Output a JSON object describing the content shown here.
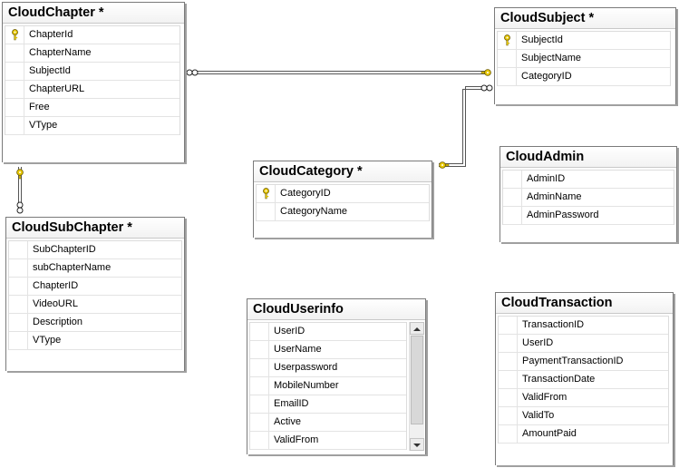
{
  "tables": [
    {
      "id": "CloudChapter",
      "title": "CloudChapter *",
      "columns": [
        {
          "name": "ChapterId",
          "pk": true
        },
        {
          "name": "ChapterName",
          "pk": false
        },
        {
          "name": "SubjectId",
          "pk": false
        },
        {
          "name": "ChapterURL",
          "pk": false
        },
        {
          "name": "Free",
          "pk": false
        },
        {
          "name": "VType",
          "pk": false
        }
      ]
    },
    {
      "id": "CloudSubject",
      "title": "CloudSubject *",
      "columns": [
        {
          "name": "SubjectId",
          "pk": true
        },
        {
          "name": "SubjectName",
          "pk": false
        },
        {
          "name": "CategoryID",
          "pk": false
        }
      ]
    },
    {
      "id": "CloudCategory",
      "title": "CloudCategory *",
      "columns": [
        {
          "name": "CategoryID",
          "pk": true
        },
        {
          "name": "CategoryName",
          "pk": false
        }
      ]
    },
    {
      "id": "CloudAdmin",
      "title": "CloudAdmin",
      "columns": [
        {
          "name": "AdminID",
          "pk": false
        },
        {
          "name": "AdminName",
          "pk": false
        },
        {
          "name": "AdminPassword",
          "pk": false
        }
      ]
    },
    {
      "id": "CloudSubChapter",
      "title": "CloudSubChapter *",
      "columns": [
        {
          "name": "SubChapterID",
          "pk": false
        },
        {
          "name": "subChapterName",
          "pk": false
        },
        {
          "name": "ChapterID",
          "pk": false
        },
        {
          "name": "VideoURL",
          "pk": false
        },
        {
          "name": "Description",
          "pk": false
        },
        {
          "name": "VType",
          "pk": false
        }
      ]
    },
    {
      "id": "CloudUserinfo",
      "title": "CloudUserinfo",
      "scrollbar": true,
      "columns": [
        {
          "name": "UserID",
          "pk": false
        },
        {
          "name": "UserName",
          "pk": false
        },
        {
          "name": "Userpassword",
          "pk": false
        },
        {
          "name": "MobileNumber",
          "pk": false
        },
        {
          "name": "EmailID",
          "pk": false
        },
        {
          "name": "Active",
          "pk": false
        },
        {
          "name": "ValidFrom",
          "pk": false
        }
      ]
    },
    {
      "id": "CloudTransaction",
      "title": "CloudTransaction",
      "columns": [
        {
          "name": "TransactionID",
          "pk": false
        },
        {
          "name": "UserID",
          "pk": false
        },
        {
          "name": "PaymentTransactionID",
          "pk": false
        },
        {
          "name": "TransactionDate",
          "pk": false
        },
        {
          "name": "ValidFrom",
          "pk": false
        },
        {
          "name": "ValidTo",
          "pk": false
        },
        {
          "name": "AmountPaid",
          "pk": false
        }
      ]
    }
  ],
  "relationships": [
    {
      "from": "CloudChapter",
      "to": "CloudSubject",
      "many_side": "CloudChapter",
      "one_side": "CloudSubject"
    },
    {
      "from": "CloudCategory",
      "to": "CloudSubject",
      "many_side": "CloudSubject",
      "one_side": "CloudCategory"
    },
    {
      "from": "CloudChapter",
      "to": "CloudSubChapter",
      "many_side": "CloudSubChapter",
      "one_side": "CloudChapter"
    }
  ],
  "colors": {
    "line": "#555555",
    "key": "#e8c800",
    "title_bg": "#f2f2f2"
  }
}
